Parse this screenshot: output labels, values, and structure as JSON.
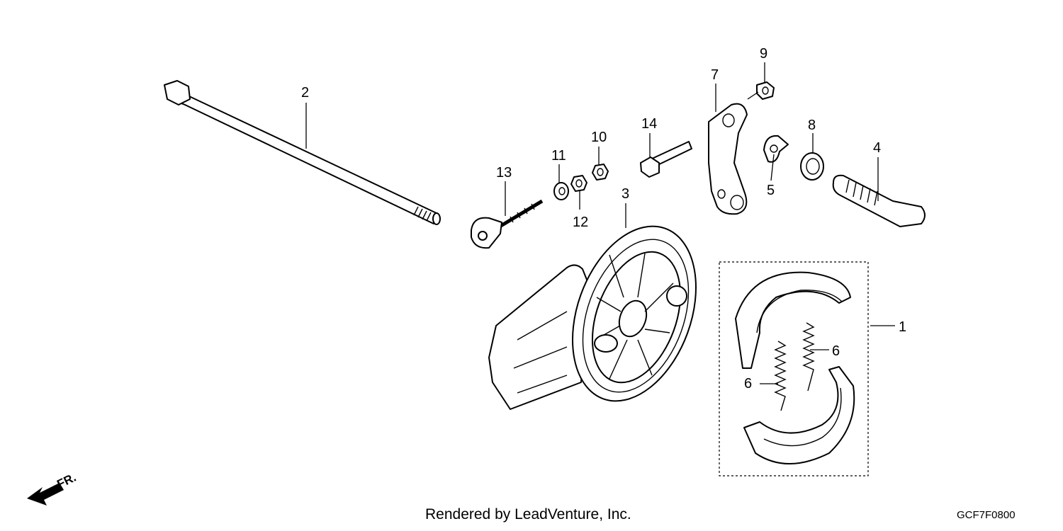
{
  "callouts": {
    "c1": "1",
    "c2": "2",
    "c3": "3",
    "c4": "4",
    "c5": "5",
    "c6a": "6",
    "c6b": "6",
    "c7": "7",
    "c8": "8",
    "c9": "9",
    "c10": "10",
    "c11": "11",
    "c12": "12",
    "c13": "13",
    "c14": "14"
  },
  "footer": {
    "credit": "Rendered by LeadVenture, Inc.",
    "diagram_code": "GCF7F0800"
  },
  "direction_marker": {
    "label": "FR.",
    "icon": "front-direction-arrow-icon"
  }
}
